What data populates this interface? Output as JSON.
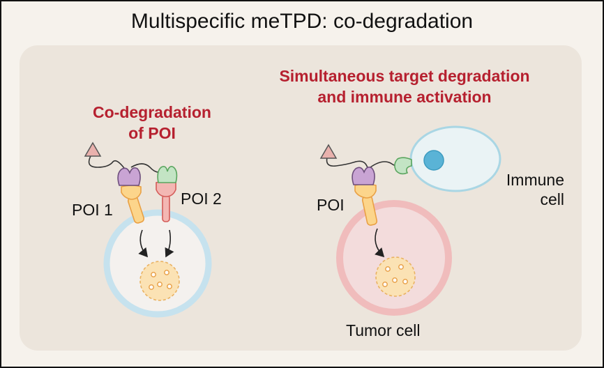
{
  "title": "Multispecific meTPD: co-degradation",
  "left_panel": {
    "heading_line1": "Co-degradation",
    "heading_line2": "of POI",
    "poi1_label": "POI 1",
    "poi2_label": "POI 2"
  },
  "right_panel": {
    "heading_line1": "Simultaneous target degradation",
    "heading_line2": "and immune activation",
    "poi_label": "POI",
    "immune_line1": "Immune",
    "immune_line2": "cell",
    "tumor_label": "Tumor cell"
  },
  "colors": {
    "heading_red": "#b6202f",
    "panel_bg": "#ece5dc",
    "blue_cell": "#cfe6ef",
    "tumor_cell": "#f2c3c3",
    "lysosome": "#fbe2b4"
  }
}
